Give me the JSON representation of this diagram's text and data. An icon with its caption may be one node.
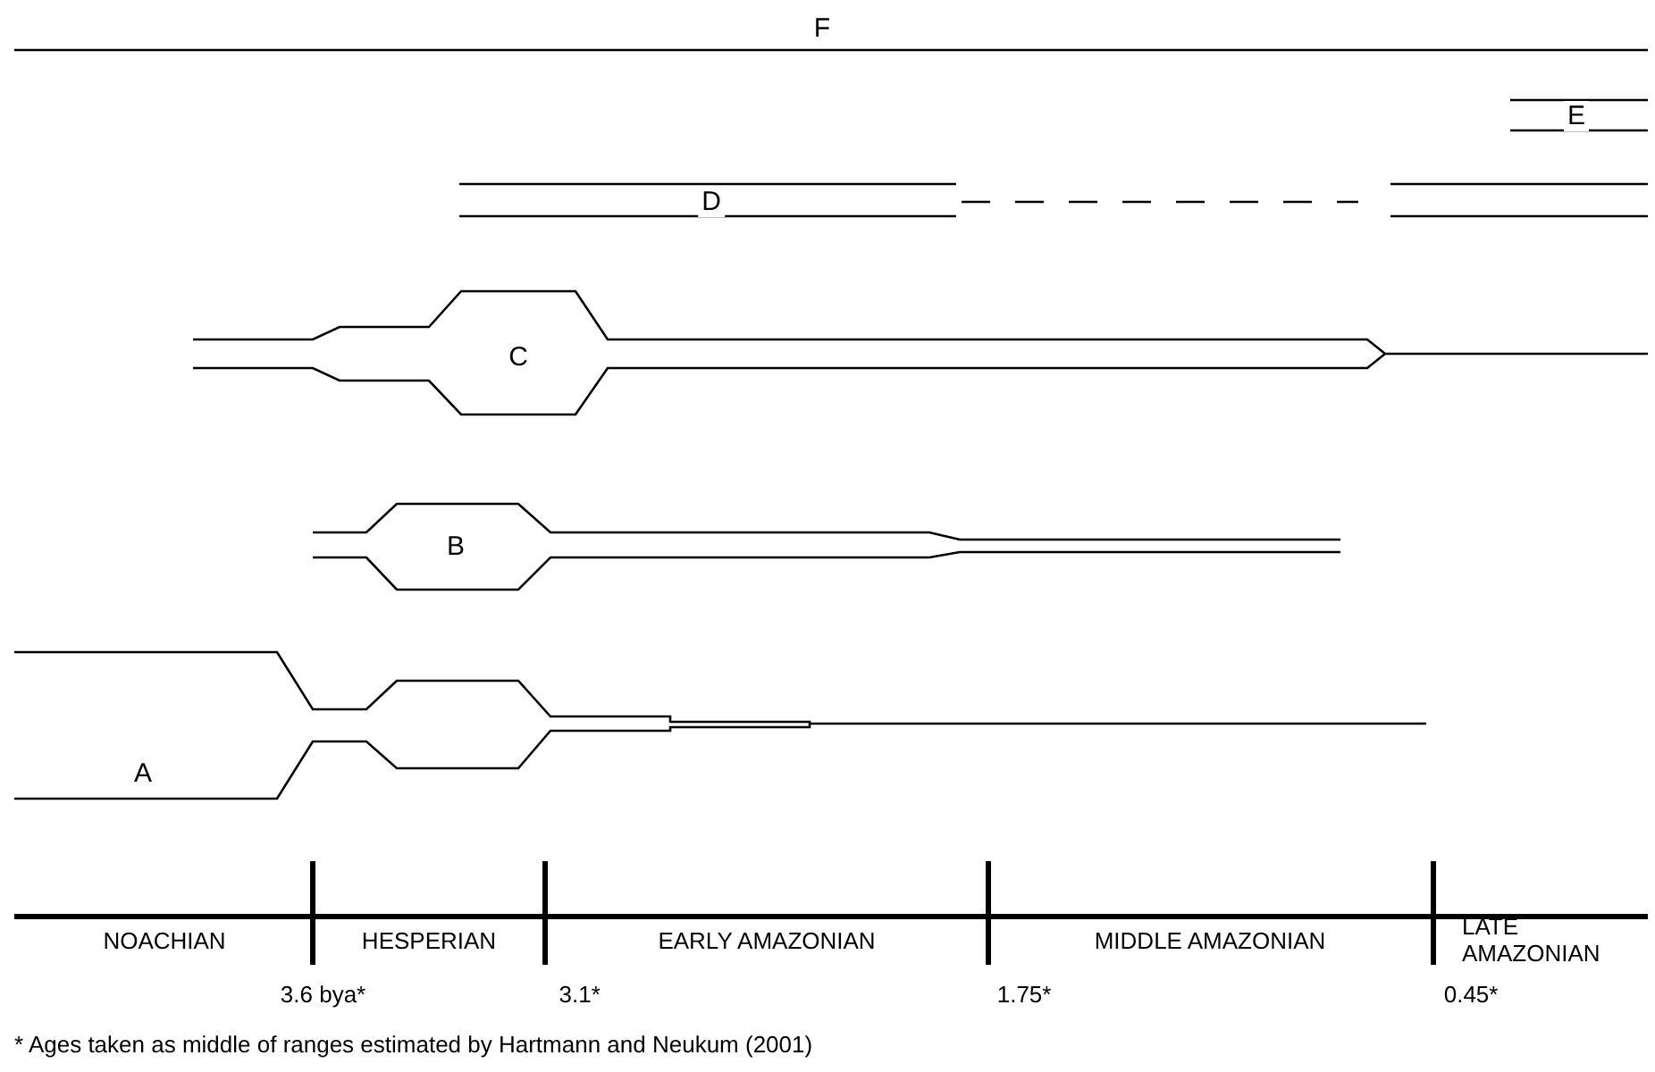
{
  "diagram": {
    "caption": "* Ages taken as middle of ranges estimated by Hartmann and Neukum (2001)",
    "nodes": [
      {
        "text": [
          "F"
        ]
      },
      {
        "text": [
          "E"
        ]
      },
      {
        "text": [
          "D"
        ]
      },
      {
        "text": [
          "C"
        ]
      },
      {
        "text": [
          "B"
        ]
      },
      {
        "text": [
          "A"
        ]
      }
    ],
    "edges": [],
    "labels": [
      "NOACHIAN",
      "HESPERIAN",
      "EARLY AMAZONIAN",
      "MIDDLE AMAZONIAN",
      "LATE AMAZONIAN",
      "3.6 bya*",
      "3.1*",
      "1.75*",
      "0.45*"
    ]
  }
}
